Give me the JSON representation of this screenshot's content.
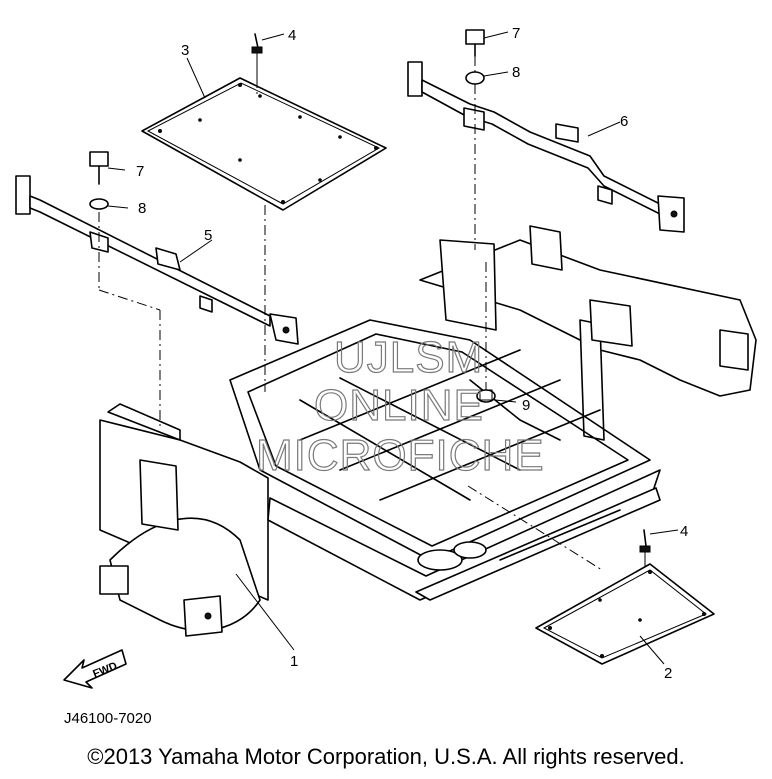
{
  "diagram": {
    "callouts": {
      "c1": "1",
      "c2": "2",
      "c3": "3",
      "c4a": "4",
      "c4b": "4",
      "c5": "5",
      "c6": "6",
      "c7a": "7",
      "c7b": "7",
      "c8a": "8",
      "c8b": "8",
      "c9": "9"
    },
    "watermark": {
      "line1": "UJLSM",
      "line2": "ONLINE",
      "line3": "MICROFICHE"
    },
    "fwd_label": "FWD",
    "figure_code": "J46100-7020"
  },
  "footer": {
    "copyright": "©2013 Yamaha Motor Corporation, U.S.A. All rights reserved."
  }
}
